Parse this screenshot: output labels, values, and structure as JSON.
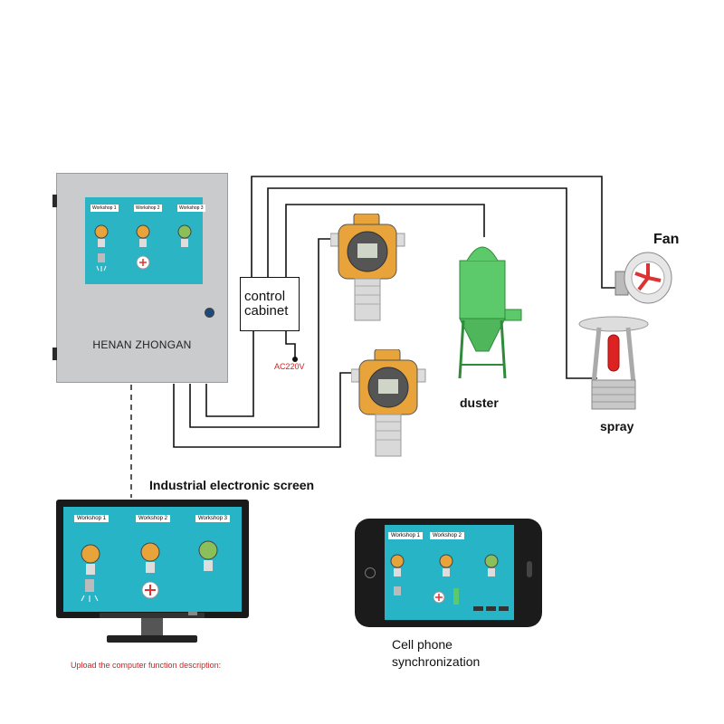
{
  "panel": {
    "brand": "HENAN ZHONGAN",
    "workshops": [
      "Workshop 1",
      "Workshop 2",
      "Workshop 3"
    ]
  },
  "control_cabinet": {
    "line1": "control",
    "line2": "cabinet"
  },
  "power": {
    "label": "AC220V"
  },
  "devices": {
    "fan": "Fan",
    "duster": "duster",
    "spray": "spray"
  },
  "screen": {
    "title": "Industrial electronic screen",
    "workshops": [
      "Workshop 1",
      "Workshop 2",
      "Workshop 3"
    ]
  },
  "phone": {
    "workshops": [
      "Workshop 1",
      "Workshop 2"
    ],
    "label_line1": "Cell phone",
    "label_line2": "synchronization"
  },
  "caption": "Upload the computer function description:",
  "colors": {
    "panel_gray": "#c9cbcc",
    "screen_cyan": "#2bb5c4",
    "detector_orange": "#e8a43a",
    "duster_green": "#5cc96a",
    "alert_red": "#cc2222"
  }
}
